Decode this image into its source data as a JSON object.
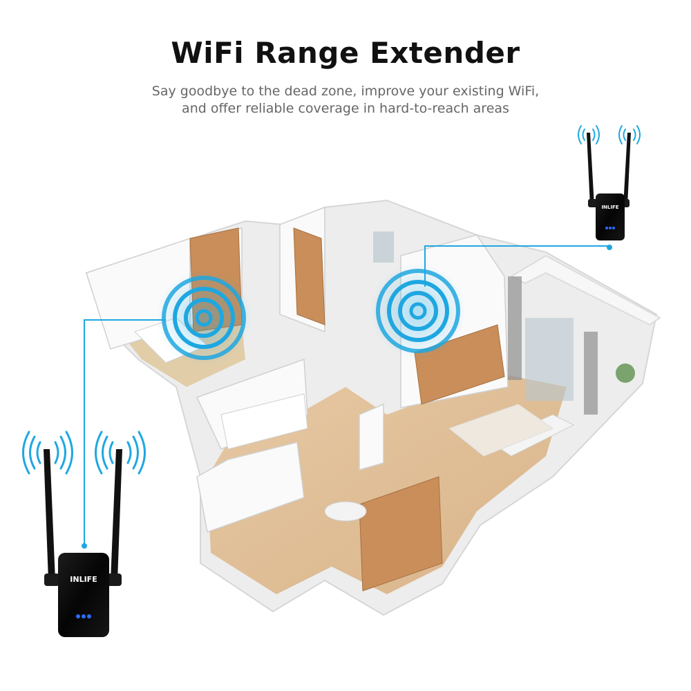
{
  "header": {
    "title": "WiFi Range Extender",
    "subtitle_line1": "Say goodbye to the dead zone, improve your existing WiFi,",
    "subtitle_line2": "and offer reliable coverage in hard-to-reach areas"
  },
  "devices": {
    "brand": "INLIFE"
  },
  "colors": {
    "signal": "#1ea7e1",
    "device": "#0a0a0a",
    "leds": "#2f6bff",
    "wood": "#d4a373",
    "wall": "#f2f2f2"
  }
}
